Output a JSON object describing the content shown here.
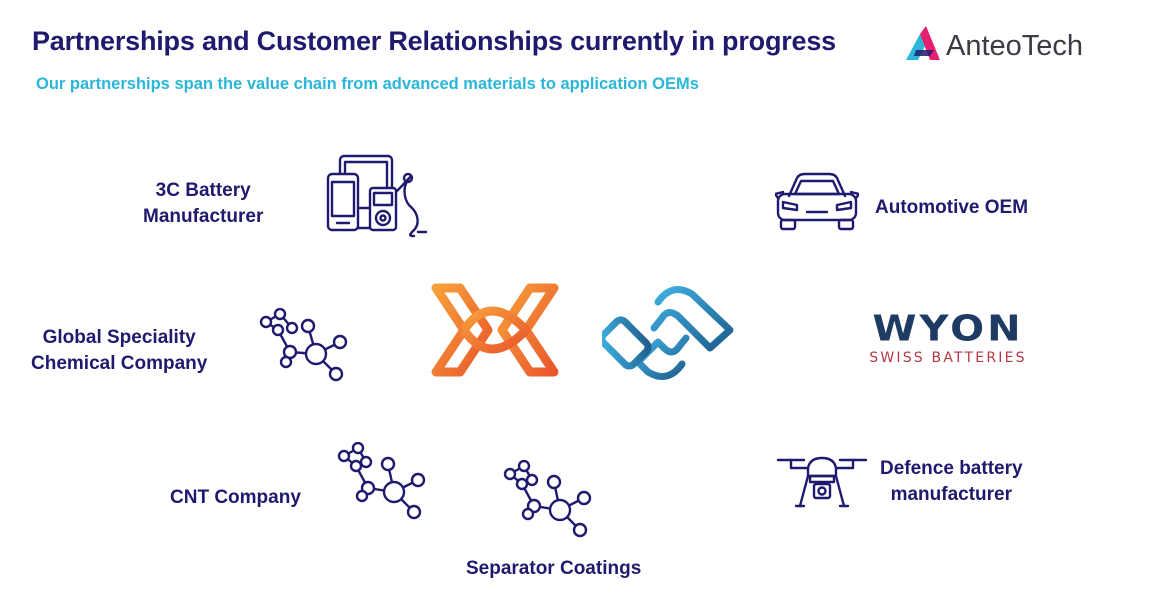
{
  "header": {
    "title": "Partnerships and Customer Relationships currently in progress",
    "subtitle": "Our partnerships span the value chain from advanced materials to application OEMs"
  },
  "brand": {
    "name": "AnteoTech",
    "colors": {
      "pink": "#e5206e",
      "cyan": "#2bb6d9",
      "navy": "#1f1a6e"
    }
  },
  "partners": {
    "battery_3c": {
      "line1": "3C Battery",
      "line2": "Manufacturer",
      "icon": "devices-icon"
    },
    "automotive": {
      "label": "Automotive OEM",
      "icon": "car-icon"
    },
    "chemical": {
      "line1": "Global Speciality",
      "line2": "Chemical Company",
      "icon": "molecule-icon"
    },
    "wyon": {
      "name": "WYON",
      "tagline": "SWISS BATTERIES"
    },
    "cnt": {
      "label": "CNT Company",
      "icon": "molecule-icon"
    },
    "separator": {
      "label": "Separator Coatings",
      "icon": "molecule-icon"
    },
    "defence": {
      "line1": "Defence battery",
      "line2": "manufacturer",
      "icon": "drone-icon"
    }
  }
}
